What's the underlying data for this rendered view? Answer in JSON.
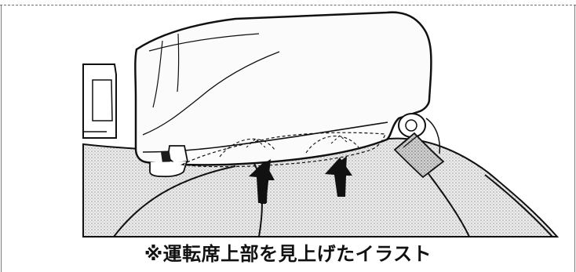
{
  "caption": {
    "text": "※運転席上部を見上げたイラスト"
  },
  "illustration": {
    "subject": "driver-seat-overhead-console-viewed-from-below",
    "arrow_count": 2,
    "arrow_direction": "up",
    "colors": {
      "line": "#111111",
      "fill_light": "#f4f4f4",
      "fill_dotted": "#cfcfcf",
      "border": "#7a7a7a"
    }
  }
}
